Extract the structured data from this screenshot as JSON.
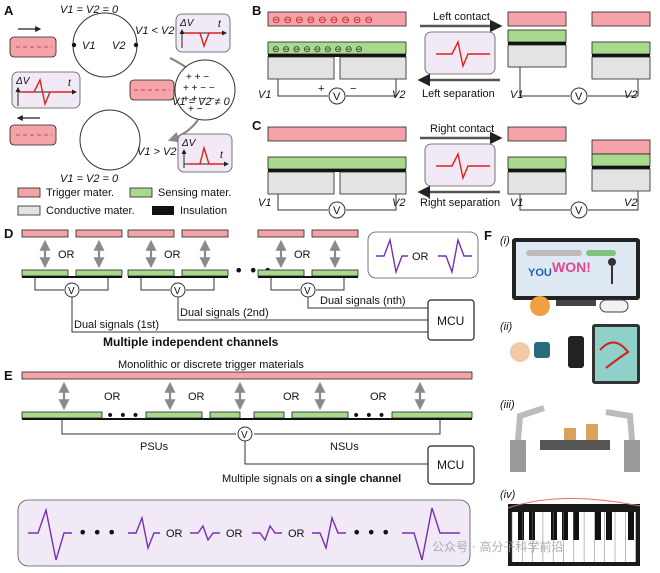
{
  "panels": {
    "a": "A",
    "b": "B",
    "c": "C",
    "d": "D",
    "e": "E",
    "f": "F"
  },
  "panel_a": {
    "eq_top": "V1 = V2 = 0",
    "v1": "V1",
    "v2": "V2",
    "lt": "V1 < V2",
    "neq": "V1 = V2 ≠ 0",
    "gt": "V1 > V2",
    "eq_bottom": "V1 = V2 = 0",
    "dv": "ΔV",
    "t": "t"
  },
  "legend": {
    "trigger": "Trigger mater.",
    "sensing": "Sensing mater.",
    "conductive": "Conductive mater.",
    "insulation": "Insulation"
  },
  "panel_b": {
    "left_contact": "Left contact",
    "left_separation": "Left separation",
    "v1": "V1",
    "v2": "V2",
    "plus": "+",
    "minus": "−",
    "v": "V"
  },
  "panel_c": {
    "right_contact": "Right contact",
    "right_separation": "Right separation"
  },
  "panel_d": {
    "or": "OR",
    "dual_1st": "Dual signals (1st)",
    "dual_2nd": "Dual signals (2nd)",
    "dual_nth": "Dual signals (nth)",
    "mcu": "MCU",
    "caption": "Multiple independent channels"
  },
  "panel_e": {
    "monolithic": "Monolithic or discrete trigger materials",
    "or": "OR",
    "psus": "PSUs",
    "nsus": "NSUs",
    "mcu": "MCU",
    "multiple_signals": "Multiple signals on ",
    "single_channel": "a single channel"
  },
  "panel_f": {
    "i": "(i)",
    "ii": "(ii)",
    "iii": "(iii)",
    "iv": "(iv)",
    "you": "YOU",
    "won": "WON!"
  },
  "watermark": "公众号 · 高分子科学前沿",
  "colors": {
    "trigger": "#f4a3a8",
    "sensing": "#a9d98e",
    "conductive": "#e3e3e3",
    "signal_red": "#e02020",
    "signal_purple": "#7a2fb3",
    "arrow_gray": "#8a8a8a"
  }
}
